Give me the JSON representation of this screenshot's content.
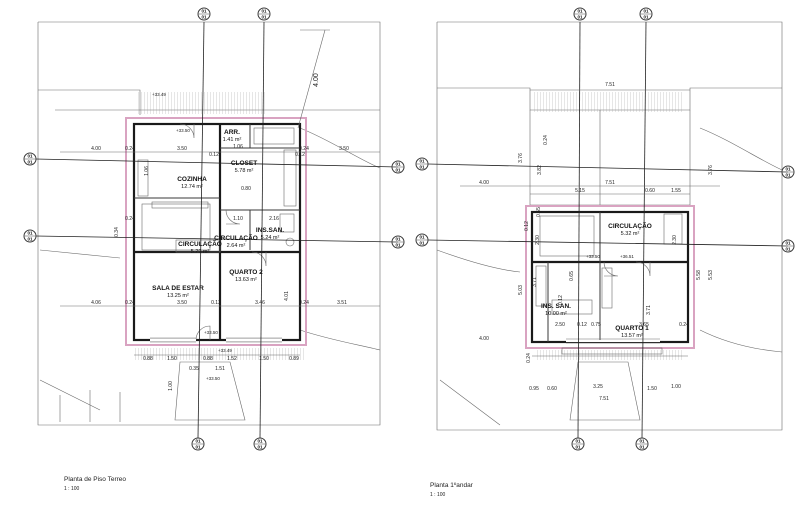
{
  "plans": [
    {
      "title": "Planta de Piso Terreo",
      "scale": "1 : 100",
      "rooms": [
        {
          "name": "ARR.",
          "area": "1.41 m²"
        },
        {
          "name": "CLOSET",
          "area": "5.78 m²"
        },
        {
          "name": "COZINHA",
          "area": "12.74 m²"
        },
        {
          "name": "CIRCULAÇÃO",
          "area": "2.64 m²"
        },
        {
          "name": "INS.SAN.",
          "area": "5.24 m²"
        },
        {
          "name": "CIRCULAÇÃO",
          "area": "5.29 m²"
        },
        {
          "name": "QUARTO 2",
          "area": "13.63 m²"
        },
        {
          "name": "SALA DE ESTAR",
          "area": "13.25 m²"
        }
      ],
      "dimensions": [
        "4.00",
        "0.24",
        "3.50",
        "0.24",
        "3.50",
        "4.00",
        "0.12",
        "1.06",
        "0.12",
        "0.80",
        "1.10",
        "2.16",
        "0.24",
        "0.34",
        "4.06",
        "0.24",
        "3.50",
        "0.12",
        "3.46",
        "0.24",
        "3.51",
        "0.88",
        "1.50",
        "0.88",
        "1.52",
        "1.50",
        "0.89",
        "0.35",
        "1.51",
        "1.00",
        "4.01",
        "1.06"
      ],
      "levels": [
        "+33.49",
        "+33.50",
        "+33.50",
        "+33.49",
        "+33.50"
      ]
    },
    {
      "title": "Planta 1ºandar",
      "scale": "1 : 100",
      "rooms": [
        {
          "name": "CIRCULAÇÃO",
          "area": "5.32 m²"
        },
        {
          "name": "INS. SAN.",
          "area": "10.00 m²"
        },
        {
          "name": "QUARTO 1",
          "area": "13.57 m²"
        }
      ],
      "dimensions": [
        "7.51",
        "3.76",
        "3.82",
        "3.76",
        "4.00",
        "7.51",
        "5.15",
        "0.60",
        "1.55",
        "0.24",
        "0.55",
        "2.30",
        "2.30",
        "0.12",
        "5.58",
        "5.53",
        "5.03",
        "3.71",
        "0.65",
        "2.50",
        "0.12",
        "0.75",
        "3.65",
        "0.24",
        "4.00",
        "0.24",
        "0.95",
        "0.60",
        "3.25",
        "1.50",
        "1.00",
        "7.51",
        "0.12",
        "3.71"
      ],
      "levels": [
        "+33.50",
        "+36.51"
      ]
    }
  ],
  "grid_bubble": {
    "top": "01",
    "bottom": "01"
  }
}
